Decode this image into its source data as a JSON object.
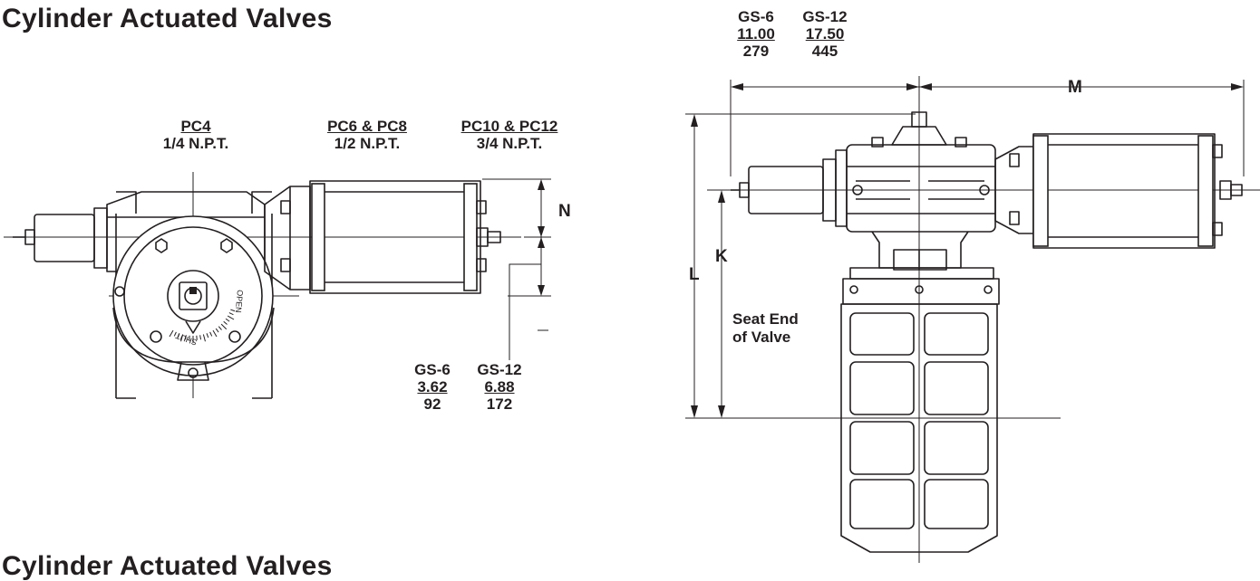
{
  "titles": {
    "top": "Cylinder Actuated Valves",
    "bottom": "Cylinder Actuated Valves"
  },
  "port_labels": [
    {
      "model": "PC4",
      "thread": "1/4 N.P.T."
    },
    {
      "model": "PC6 & PC8",
      "thread": "1/2 N.P.T."
    },
    {
      "model": "PC10 & PC12",
      "thread": "3/4 N.P.T."
    }
  ],
  "dim_left": {
    "gs6": {
      "name": "GS-6",
      "inch": "3.62",
      "mm": "92"
    },
    "gs12": {
      "name": "GS-12",
      "inch": "6.88",
      "mm": "172"
    }
  },
  "dim_top": {
    "gs6": {
      "name": "GS-6",
      "inch": "11.00",
      "mm": "279"
    },
    "gs12": {
      "name": "GS-12",
      "inch": "17.50",
      "mm": "445"
    }
  },
  "letters": {
    "n": "N",
    "m": "M",
    "k": "K",
    "l": "L"
  },
  "seat_note": {
    "line1": "Seat End",
    "line2": "of Valve"
  },
  "dial": {
    "open": "OPEN",
    "shut": "SHUT"
  },
  "colors": {
    "ink": "#231f20",
    "background": "#ffffff"
  }
}
